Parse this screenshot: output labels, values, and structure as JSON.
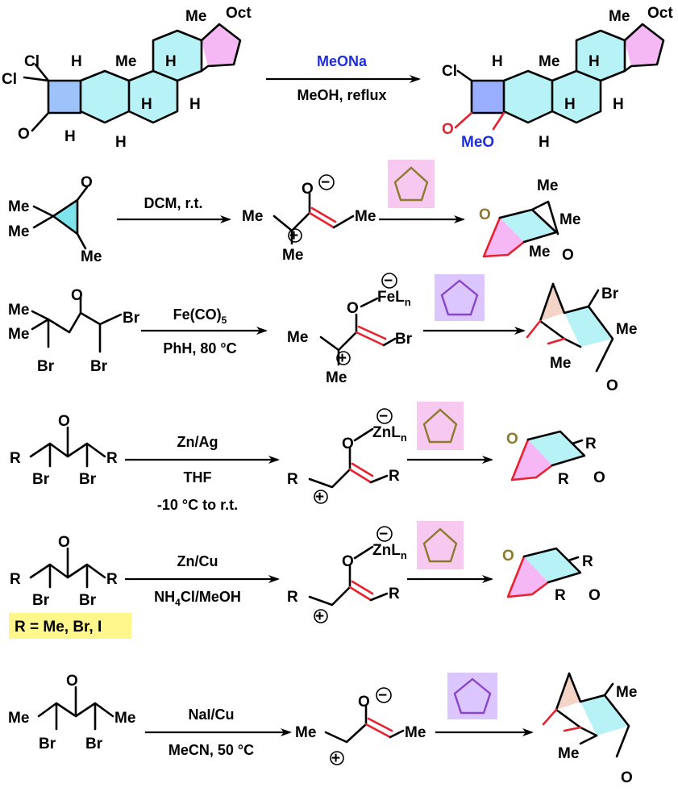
{
  "labels": {
    "me": "Me",
    "oct": "Oct",
    "h": "H",
    "cl": "Cl",
    "o": "O",
    "meo": "MeO",
    "br": "Br",
    "r": "R",
    "plus": "+",
    "minus": "−",
    "fe_ln": "FeL",
    "zn_ln": "ZnL",
    "n": "n",
    "r_def": "R = Me, Br, I"
  },
  "reactions": [
    {
      "reagent": "MeONa",
      "conditions": "MeOH, reflux"
    },
    {
      "reagent": "DCM, r.t.",
      "conditions": ""
    },
    {
      "reagent": "Fe(CO)",
      "reagent_sub": "5",
      "conditions": "PhH, 80 °C"
    },
    {
      "reagent": "Zn/Ag",
      "conditions": "THF",
      "conditions2": "-10 °C to r.t."
    },
    {
      "reagent": "Zn/Cu",
      "conditions": "NH",
      "conditions_sub": "4",
      "conditions_tail": "Cl/MeOH"
    },
    {
      "reagent": "NaI/Cu",
      "conditions": "MeCN, 50 °C"
    }
  ],
  "colors": {
    "cyan": "#b7f2f6",
    "pink": "#f5b8f5",
    "red": "#e8212e",
    "blue": "#1f2ee0",
    "highlight": "#fff68c",
    "furan": "#8c7b2c"
  },
  "icons": [
    "furan-icon",
    "cyclopentadiene-icon"
  ]
}
